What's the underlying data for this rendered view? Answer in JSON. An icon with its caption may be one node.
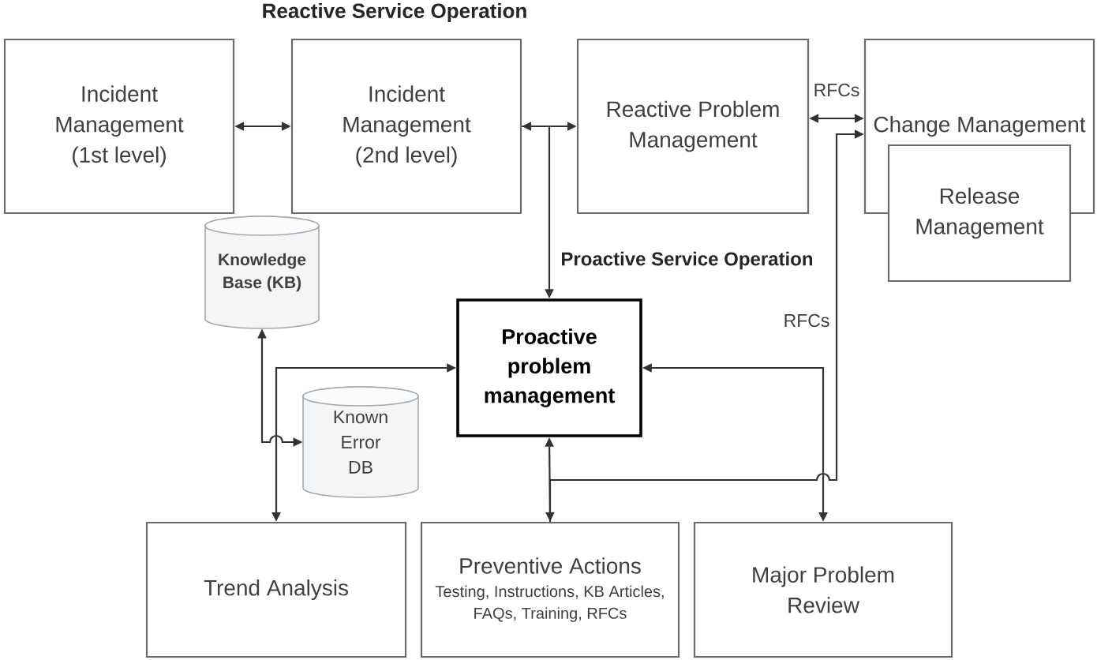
{
  "diagram": {
    "nodes": [
      {
        "text": [
          "Incident Management (1st level)"
        ]
      },
      {
        "text": [
          "Incident Management (2nd level)"
        ]
      },
      {
        "text": [
          "Reactive Problem Management"
        ]
      },
      {
        "text": [
          "Change Management"
        ]
      },
      {
        "text": [
          "Release Management"
        ]
      },
      {
        "text": [
          "Knowledge Base (KB)"
        ]
      },
      {
        "text": [
          "Proactive problem management"
        ]
      },
      {
        "text": [
          "Known Error DB"
        ]
      },
      {
        "text": [
          "Trend Analysis"
        ]
      },
      {
        "text": [
          "Preventive Actions",
          "Testing, Instructions, KB Articles, FAQs, Training, RFCs"
        ]
      },
      {
        "text": [
          "Major Problem Review"
        ]
      }
    ],
    "edges": [
      {
        "from": 0,
        "to": 1,
        "arrow": "both"
      },
      {
        "from": 1,
        "to": 2,
        "arrow": "both"
      },
      {
        "from": 1,
        "to": 6,
        "arrow": "to"
      },
      {
        "from": 2,
        "to": 3,
        "arrow": "both",
        "label": "RFCs"
      },
      {
        "from": 9,
        "to": 3,
        "arrow": "to",
        "label": "RFCs"
      },
      {
        "from": 6,
        "to": 9,
        "arrow": "both"
      },
      {
        "from": 6,
        "to": 10,
        "arrow": "both"
      },
      {
        "from": 6,
        "to": 8,
        "arrow": "both"
      },
      {
        "from": 5,
        "to": 7,
        "arrow": "both"
      }
    ],
    "labels": [
      "Reactive Service Operation",
      "Proactive Service Operation"
    ]
  }
}
